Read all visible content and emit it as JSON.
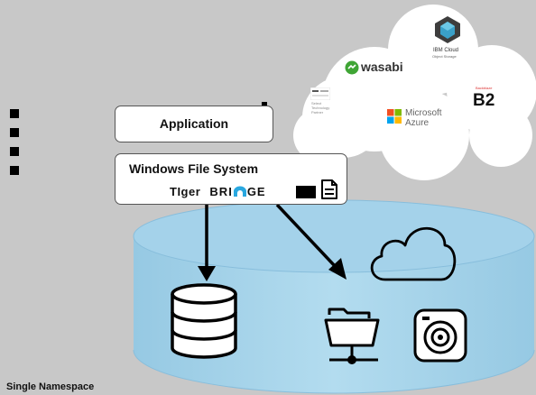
{
  "app_box": {
    "label": "Application"
  },
  "wfs_box": {
    "title": "Windows File System",
    "brand_left": "TIger",
    "brand_mid": "BRI",
    "brand_right": "GE"
  },
  "cloud_logos": {
    "wasabi": "wasabi",
    "ibm": "IBM Cloud",
    "ibm_sub": "Object Storage",
    "backblaze_top": "Backblaze",
    "b2": "B2",
    "microsoft": "Microsoft",
    "azure": "Azure",
    "aws_line1": "Select",
    "aws_line2": "Technology",
    "aws_line3": "Partner"
  },
  "footer": {
    "namespace": "Single Namespace"
  },
  "colors": {
    "background": "#c8c8c8",
    "cylinder_fill": "#a8d4ea",
    "cylinder_rim": "#9ccbe4",
    "bridge_blue": "#2aa8e0"
  }
}
